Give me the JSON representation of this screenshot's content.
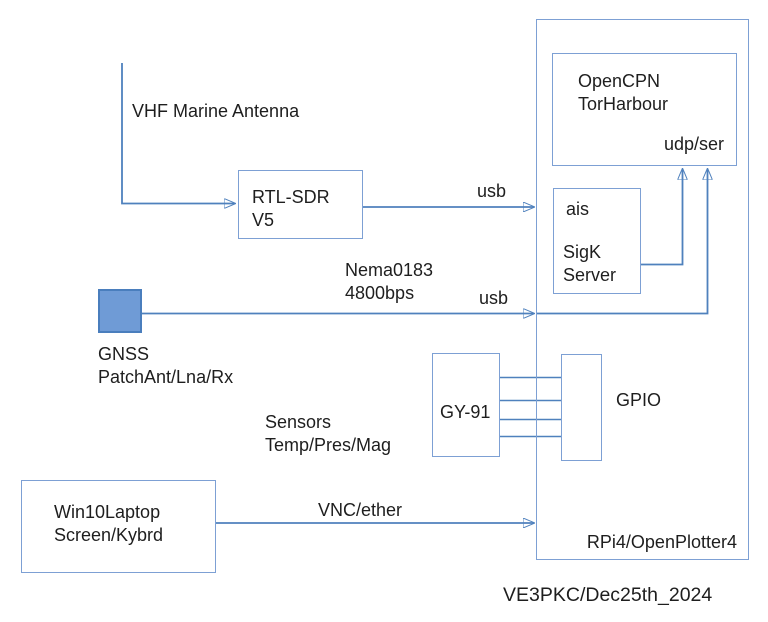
{
  "colors": {
    "connector_line": "#4f81bd",
    "arrowhead": "#2b5c9f",
    "box_border": "#7da0d4",
    "gnss_fill": "#6f9bd6",
    "text": "#1e1e1e"
  },
  "nodes": {
    "rpi": {
      "label": "RPi4/OpenPlotter4"
    },
    "opencpn": {
      "title": "OpenCPN\nTorHarbour",
      "port": "udp/ser"
    },
    "sigk": {
      "input": "ais",
      "title": "SigK\nServer"
    },
    "rtlsdr": {
      "title": "RTL-SDR\nV5"
    },
    "gy91": {
      "title": "GY-91"
    },
    "gpio": {
      "label": "GPIO"
    },
    "laptop": {
      "title": "Win10Laptop\nScreen/Kybrd"
    },
    "gnss": {
      "label": "GNSS\nPatchAnt/Lna/Rx"
    }
  },
  "labels": {
    "vhf_antenna": "VHF Marine Antenna",
    "usb_rtlsdr": "usb",
    "nema": "Nema0183\n4800bps",
    "usb_gnss": "usb",
    "sensors": "Sensors\nTemp/Pres/Mag",
    "vnc": "VNC/ether",
    "caption": "VE3PKC/Dec25th_2024"
  }
}
